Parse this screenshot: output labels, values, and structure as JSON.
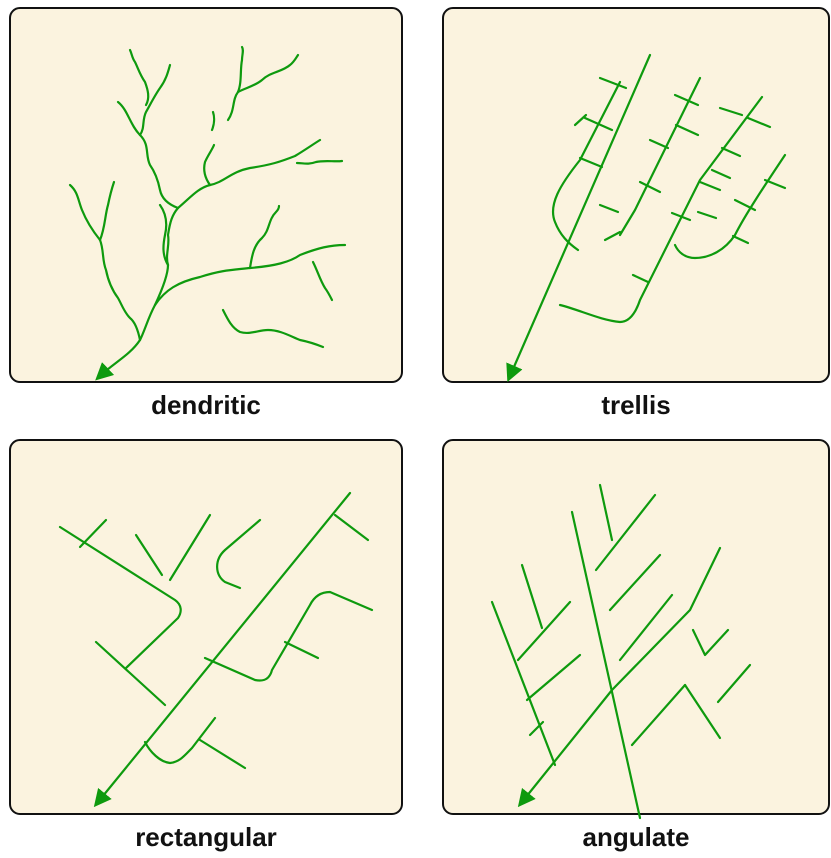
{
  "colors": {
    "panel_fill": "#FBF3DF",
    "panel_border": "#111111",
    "river": "#0E9A0E",
    "caption_text": "#111111"
  },
  "panels": [
    {
      "id": "dendritic",
      "label": "dendritic"
    },
    {
      "id": "trellis",
      "label": "trellis"
    },
    {
      "id": "rectangular",
      "label": "rectangular"
    },
    {
      "id": "angulate",
      "label": "angulate"
    }
  ]
}
